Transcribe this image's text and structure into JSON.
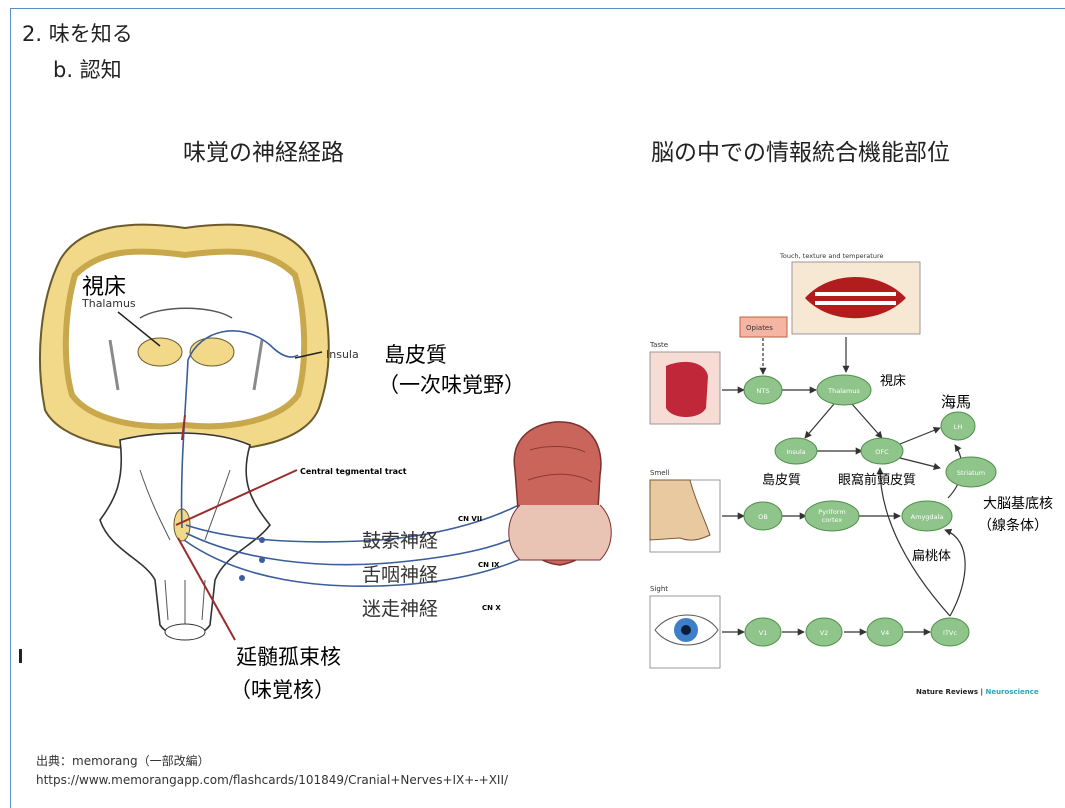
{
  "heading": {
    "number": "2.  味を知る",
    "sub": "b.  認知"
  },
  "left": {
    "title": "味覚の神経経路",
    "labels": {
      "thalamus_jp": "視床",
      "thalamus_en": "Thalamus",
      "insula_en": "Insula",
      "insula_jp": "島皮質",
      "insula_jp2": "（一次味覚野）",
      "ctt": "Central tegmental tract",
      "cn7": "CN VII",
      "cn9": "CN IX",
      "cn10": "CN X",
      "nerve7": "鼓索神経",
      "nerve9": "舌咽神経",
      "nerve10": "迷走神経",
      "nts1": "延髄孤束核",
      "nts2": "（味覚核）"
    }
  },
  "right": {
    "title": "脳の中での情報統合機能部位",
    "labels": {
      "touch": "Touch, texture and temperature",
      "opiates": "Opiates",
      "taste": "Taste",
      "smell": "Smell",
      "sight": "Sight",
      "credit_a": "Nature Reviews | ",
      "credit_b": "Neuroscience"
    },
    "nodes": {
      "nts": "NTS",
      "thalamus": "Thalamus",
      "insula": "Insula",
      "ofc": "OFC",
      "lh": "LH",
      "striatum": "Striatum",
      "ob": "OB",
      "piriform1": "Pyriform",
      "piriform2": "cortex",
      "amygdala": "Amygdala",
      "v1": "V1",
      "v2": "V2",
      "v4": "V4",
      "itvc": "ITVc"
    },
    "jp": {
      "thalamus": "視床",
      "hippocampus": "海馬",
      "insula": "島皮質",
      "ofc": "眼窩前頭皮質",
      "basal1": "大脳基底核",
      "basal2": "（線条体）",
      "amygdala": "扁桃体"
    },
    "colors": {
      "node_fill": "#8fc48a",
      "node_stroke": "#4f8f4a",
      "opiate_fill": "#f4b6a2"
    }
  },
  "source": {
    "line1": "出典：memorang（一部改編）",
    "line2": "https://www.memorangapp.com/flashcards/101849/Cranial+Nerves+IX+-+XII/"
  }
}
